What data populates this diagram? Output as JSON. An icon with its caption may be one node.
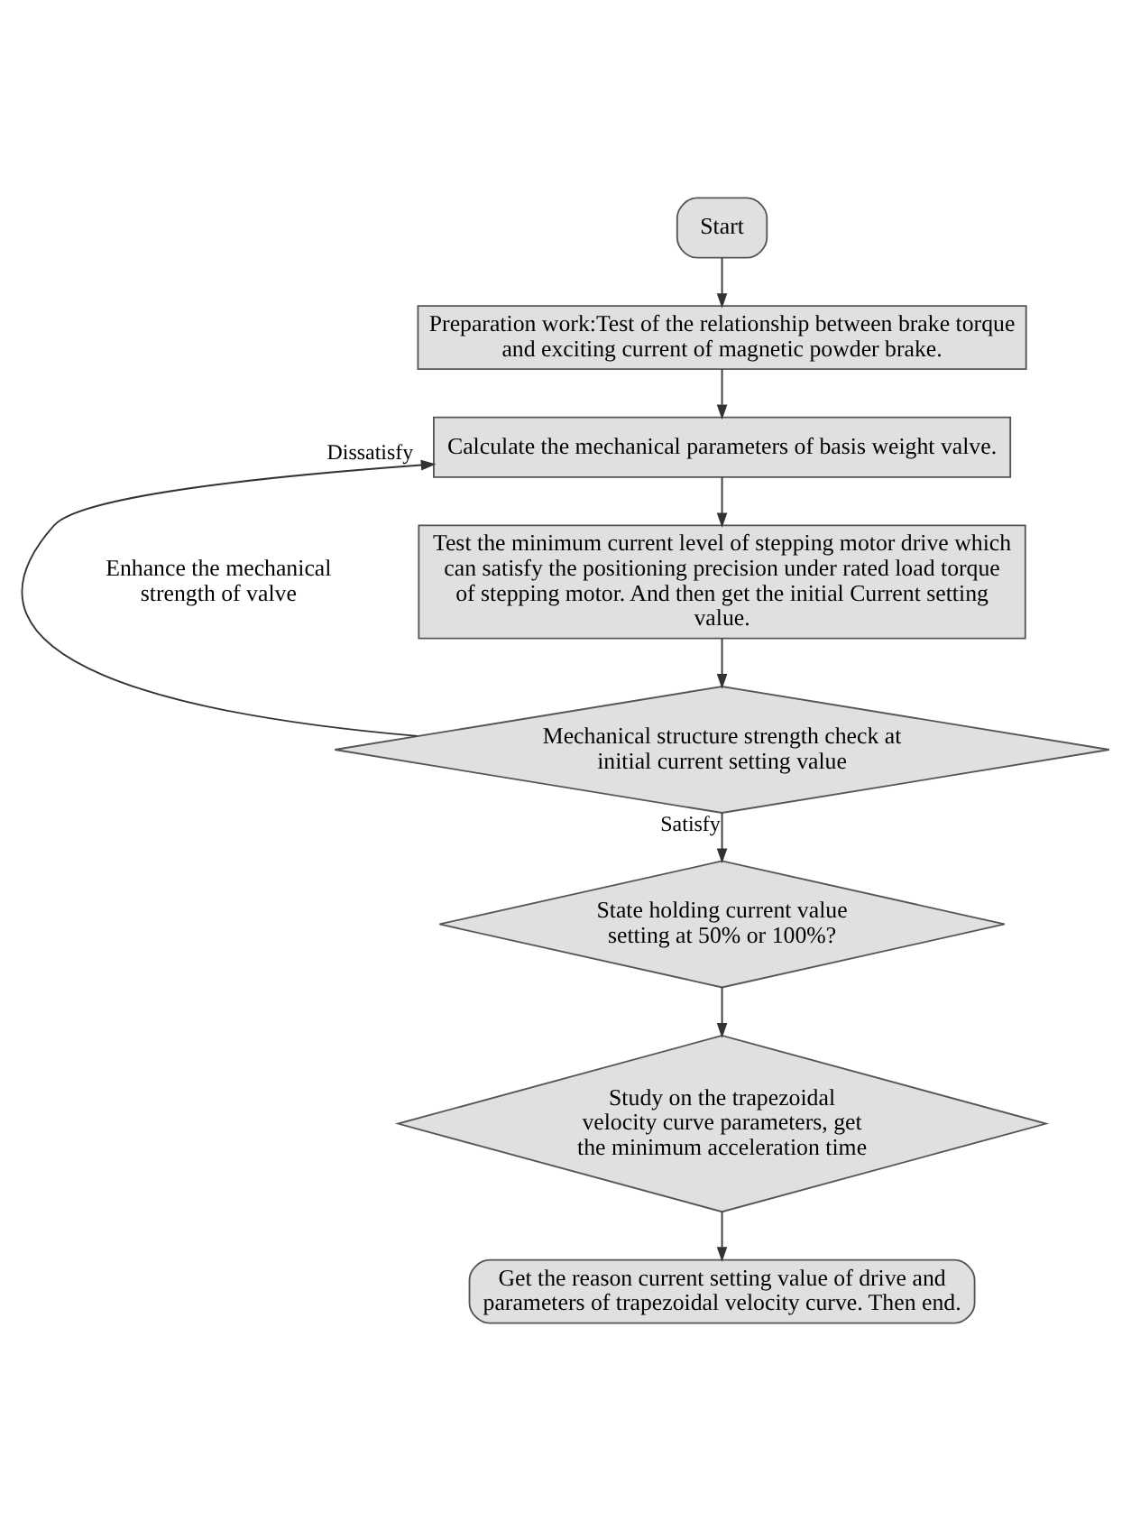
{
  "diagram": {
    "nodes": [
      {
        "text": [
          "Start"
        ]
      },
      {
        "text": [
          "Preparation work:Test of the relationship between brake torque and exciting current of magnetic powder brake."
        ]
      },
      {
        "text": [
          "Calculate the mechanical parameters of basis weight valve."
        ]
      },
      {
        "text": [
          "Test the minimum current level of stepping motor drive which can satisfy the positioning precision under rated load torque of stepping motor. And then get the initial Current setting value."
        ]
      },
      {
        "text": [
          "Mechanical structure strength check at initial current setting value"
        ]
      },
      {
        "text": [
          "State holding current value setting at 50% or 100%?"
        ]
      },
      {
        "text": [
          "Study on the trapezoidal velocity curve parameters, get the minimum acceleration time"
        ]
      },
      {
        "text": [
          "Get the reason current setting value of drive and parameters of trapezoidal velocity curve. Then end."
        ]
      }
    ],
    "edges": [
      {
        "from": 0,
        "to": 1,
        "arrow": "to"
      },
      {
        "from": 1,
        "to": 2,
        "arrow": "to"
      },
      {
        "from": 2,
        "to": 3,
        "arrow": "to"
      },
      {
        "from": 3,
        "to": 4,
        "arrow": "to"
      },
      {
        "from": 4,
        "to": 2,
        "arrow": "to",
        "label": "Dissatisfy"
      },
      {
        "from": 4,
        "to": 5,
        "arrow": "to",
        "label": "Satisfy"
      },
      {
        "from": 5,
        "to": 6,
        "arrow": "to"
      },
      {
        "from": 6,
        "to": 7,
        "arrow": "to"
      }
    ],
    "labels": [
      "Enhance the mechanical strength of valve"
    ]
  }
}
